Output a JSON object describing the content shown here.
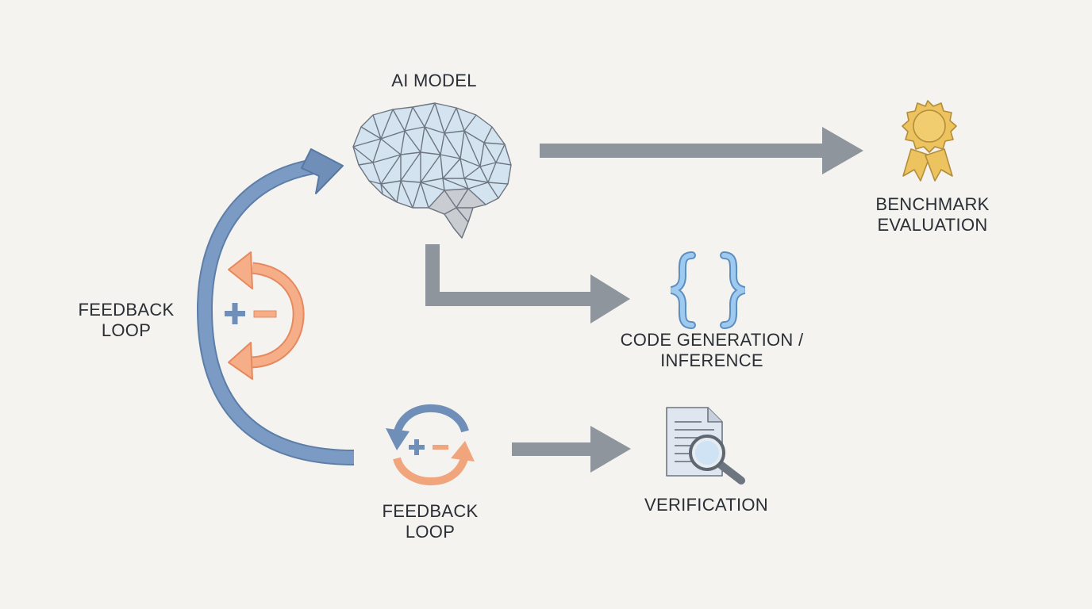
{
  "nodes": {
    "ai_model": {
      "label": "AI MODEL"
    },
    "benchmark": {
      "line1": "BENCHMARK",
      "line2": "EVALUATION"
    },
    "code_generation": {
      "line1": "CODE GENERATION /",
      "line2": "INFERENCE"
    },
    "verification": {
      "label": "VERIFICATION"
    },
    "feedback_left": {
      "line1": "FEEDBACK",
      "line2": "LOOP"
    },
    "feedback_bottom": {
      "line1": "FEEDBACK",
      "line2": "LOOP"
    }
  },
  "icons": {
    "ai_model": "brain-icon",
    "benchmark": "award-ribbon-icon",
    "code_generation": "curly-braces-icon",
    "verification": "document-magnifier-icon",
    "feedback_left": "plus-minus-cycle-icon",
    "feedback_bottom": "plus-minus-cycle-icon"
  },
  "colors": {
    "background": "#f4f3ef",
    "arrow_gray": "#8f959c",
    "loop_blue": "#6f8fb8",
    "loop_orange": "#f0a57c",
    "brain_fill": "#cfe0ef",
    "brain_stroke": "#6d7580",
    "award_gold": "#ecc35f",
    "brace_blue": "#8fbde6"
  }
}
